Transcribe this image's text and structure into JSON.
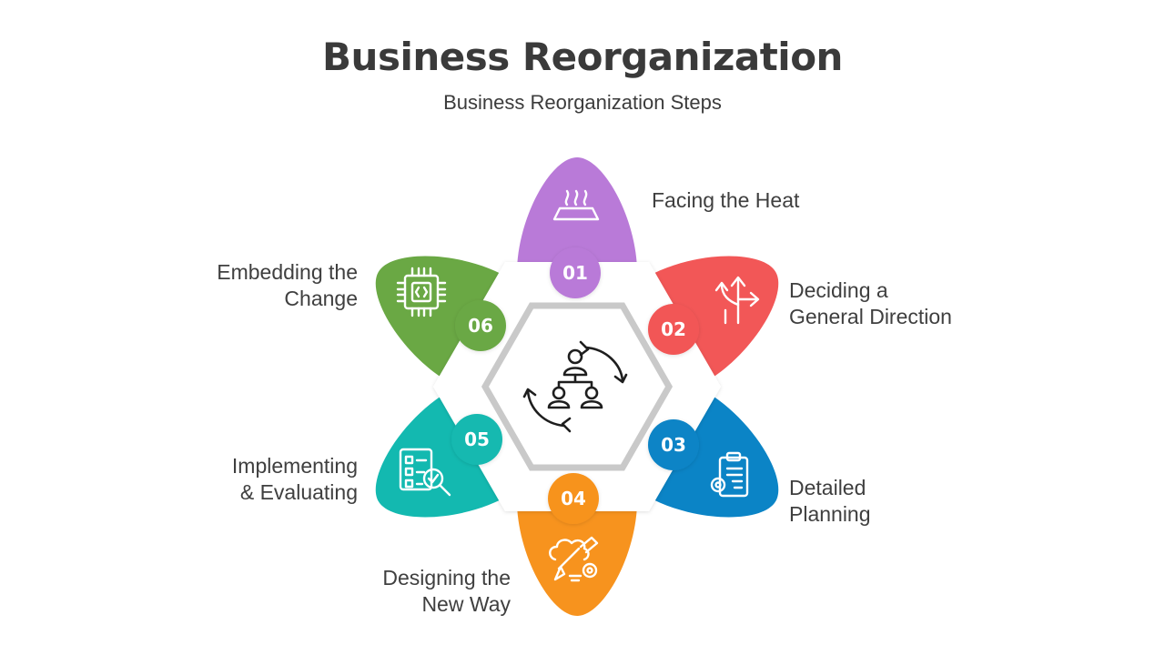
{
  "header": {
    "title": "Business Reorganization",
    "subtitle": "Business Reorganization Steps"
  },
  "center": {
    "icon": "org-restructure-icon"
  },
  "steps": [
    {
      "number": "01",
      "line1": "Facing the Heat",
      "line2": "",
      "color": "#b97ad8",
      "icon": "heat-icon"
    },
    {
      "number": "02",
      "line1": "Deciding a",
      "line2": "General Direction",
      "color": "#f25757",
      "icon": "direction-arrows-icon"
    },
    {
      "number": "03",
      "line1": "Detailed",
      "line2": "Planning",
      "color": "#0b84c6",
      "icon": "clipboard-gear-icon"
    },
    {
      "number": "04",
      "line1": "Designing the",
      "line2": "New Way",
      "color": "#f7931e",
      "icon": "brain-pencil-icon"
    },
    {
      "number": "05",
      "line1": "Implementing",
      "line2": "& Evaluating",
      "color": "#13b9b0",
      "icon": "checklist-search-icon"
    },
    {
      "number": "06",
      "line1": "Embedding the",
      "line2": "Change",
      "color": "#6aa844",
      "icon": "chip-icon"
    }
  ]
}
